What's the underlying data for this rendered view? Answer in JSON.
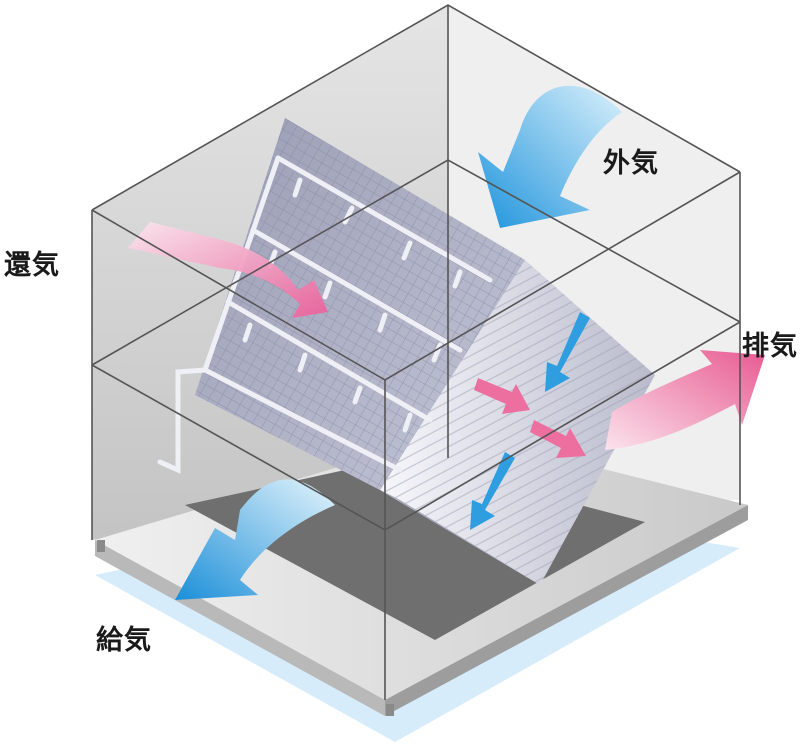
{
  "labels": {
    "outside_air": "外気",
    "return_air": "還気",
    "exhaust_air": "排気",
    "supply_air": "給気"
  },
  "colors": {
    "cold_air": "#2f9ee0",
    "warm_air": "#ec6fa0",
    "frame": "#555555",
    "panel": "#cfcfcf",
    "core": "#c9cad6",
    "base": "#e3e3e3"
  }
}
